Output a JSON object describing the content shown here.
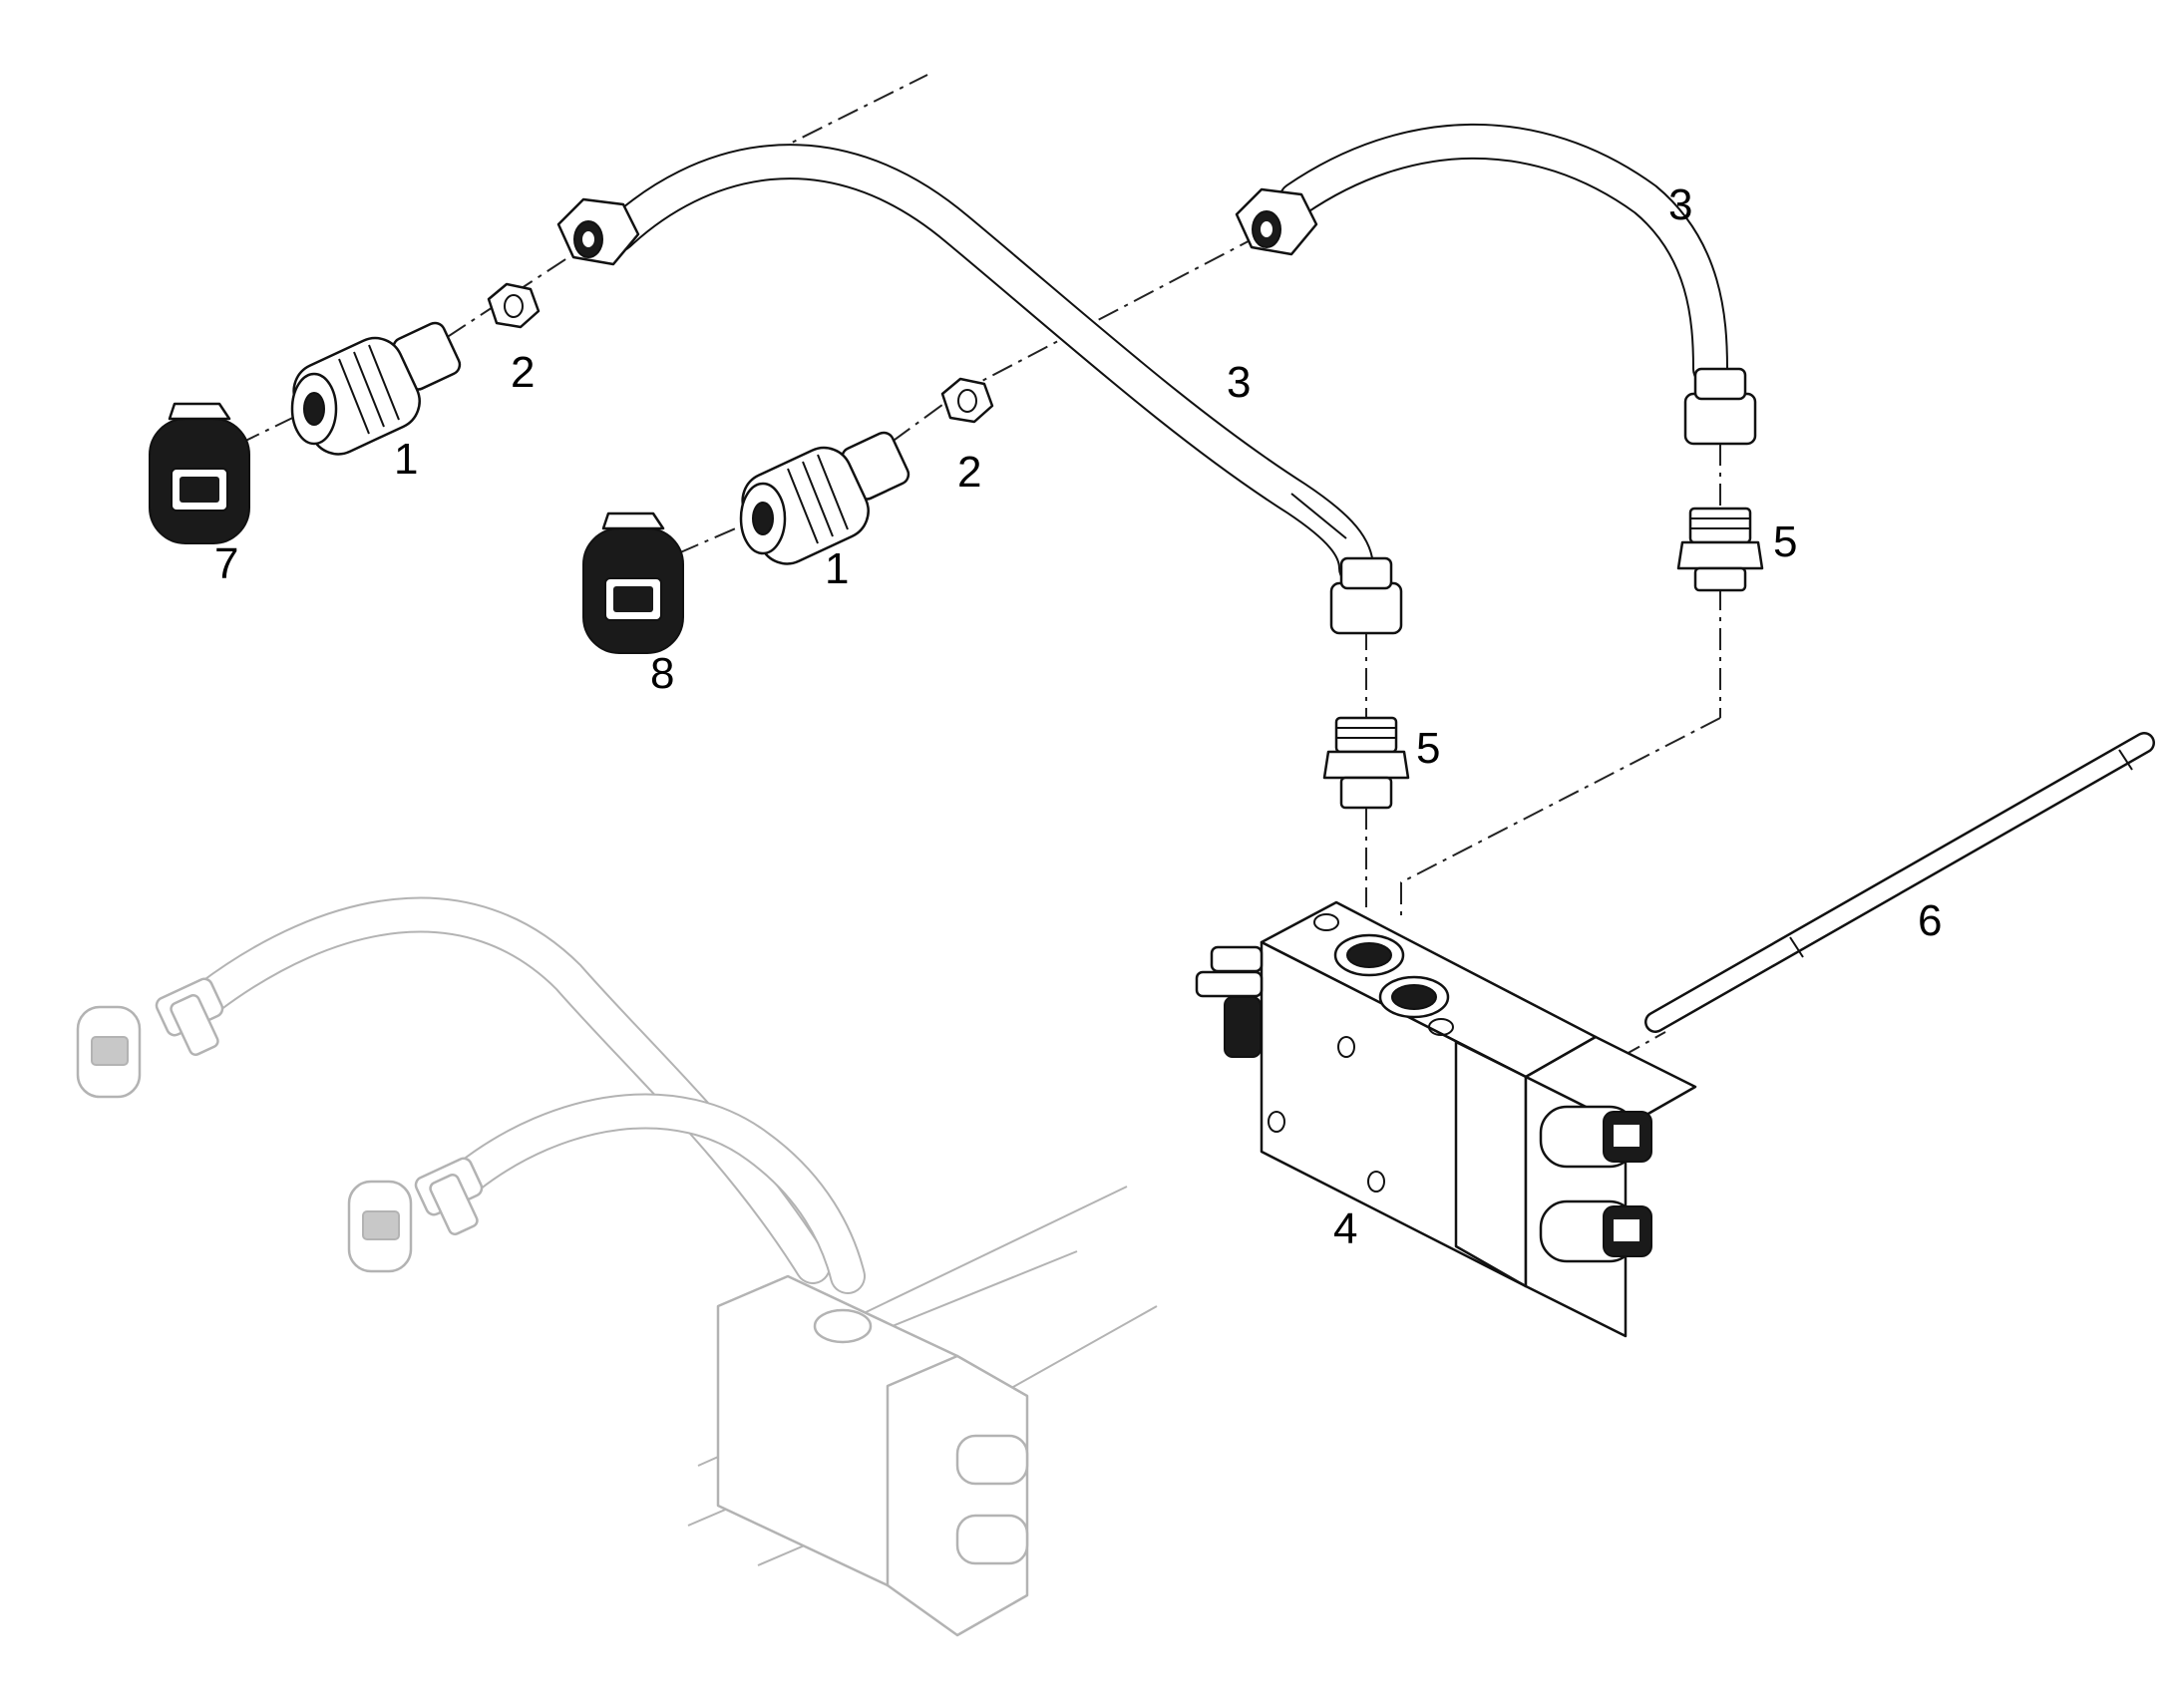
{
  "callouts": {
    "c1a": "1",
    "c1b": "1",
    "c2a": "2",
    "c2b": "2",
    "c3a": "3",
    "c3b": "3",
    "c4": "4",
    "c5a": "5",
    "c5b": "5",
    "c6": "6",
    "c7": "7",
    "c8": "8"
  },
  "colors": {
    "line": "#111111",
    "ghost": "#b3b3b3",
    "background": "#ffffff"
  }
}
